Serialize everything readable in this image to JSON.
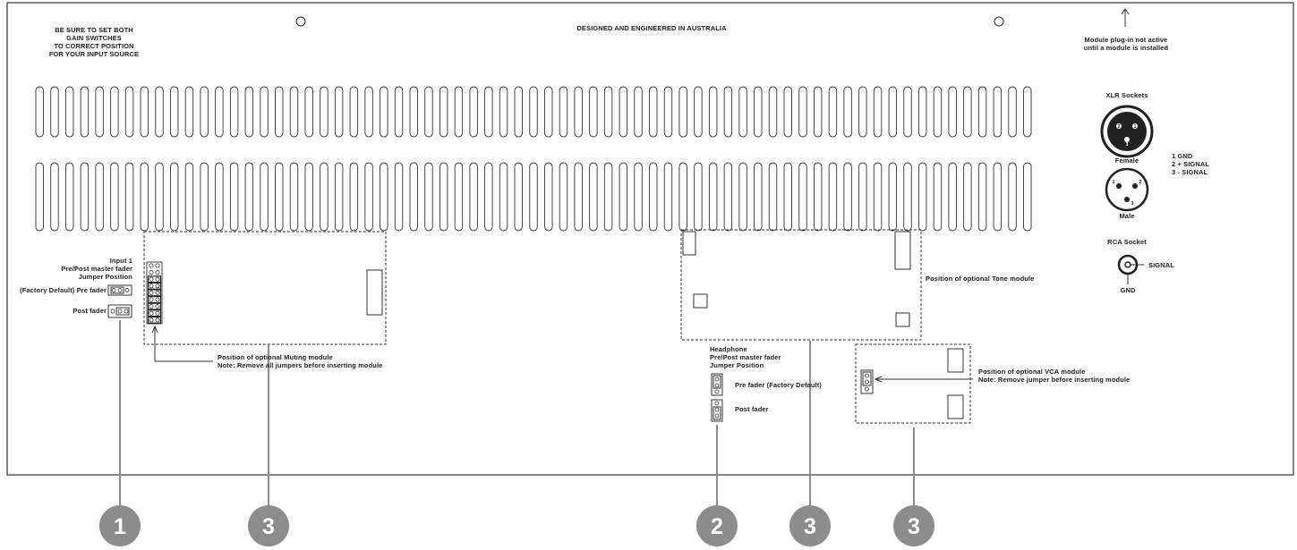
{
  "header": {
    "gain_warning": [
      "BE SURE TO SET BOTH",
      "GAIN SWITCHES",
      "TO CORRECT POSITION",
      "FOR YOUR INPUT SOURCE"
    ],
    "designed": "DESIGNED AND ENGINEERED IN AUSTRALIA",
    "module_note": [
      "Module plug-in not active",
      "until a module is installed"
    ]
  },
  "xlr": {
    "title": "XLR Sockets",
    "female_label": "Female",
    "male_label": "Male",
    "pins_female": [
      "2",
      "1",
      "3"
    ],
    "pins_male": [
      "1",
      "2",
      "3"
    ],
    "pinout": [
      "1 GND",
      "2 + SIGNAL",
      "3 - SIGNAL"
    ]
  },
  "rca": {
    "title": "RCA Socket",
    "signal": "SIGNAL",
    "gnd": "GND"
  },
  "input1": {
    "title": [
      "Input 1",
      "Pre/Post master fader",
      "Jumper Position"
    ],
    "pre_label": "(Factory Default) Pre fader",
    "post_label": "Post fader"
  },
  "muting": {
    "note": [
      "Position of optional Muting module",
      "Note: Remove all jumpers before inserting module"
    ]
  },
  "tone": {
    "label": "Position of optional Tone module"
  },
  "headphone": {
    "title": [
      "Headphone",
      "Pre/Post master fader",
      "Jumper Position"
    ],
    "pre_label": "Pre fader (Factory Default)",
    "post_label": "Post fader"
  },
  "vca": {
    "note": [
      "Position of optional VCA module",
      "Note: Remove jumper before inserting module"
    ]
  },
  "callouts": [
    "1",
    "3",
    "2",
    "3",
    "3"
  ],
  "colors": {
    "line": "#333333",
    "callout": "#8c8c8c",
    "callout_text": "#ffffff"
  }
}
